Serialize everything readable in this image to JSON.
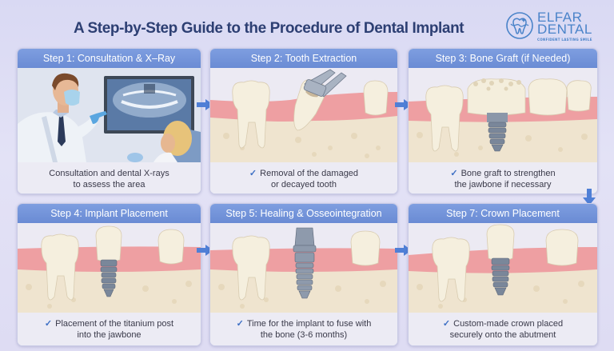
{
  "header": {
    "title": "A Step-by-Step Guide to the Procedure of Dental Implant",
    "logo": {
      "line1": "ELFAR",
      "line2": "DENTAL",
      "tagline": "CONFIDENT LASTING SMILE",
      "icon": "tooth-heart-logo-icon"
    }
  },
  "colors": {
    "header_bar": "#6f90d8",
    "title_text": "#2d3f73",
    "arrow": "#4f7fd6",
    "check": "#3d6fc4",
    "gum": "#e9a3a6",
    "bone": "#efe6d3",
    "tooth": "#f4eedd",
    "implant": "#8a96a8"
  },
  "steps": [
    {
      "label": "Step 1: Consultation & X–Ray",
      "caption_line1": "Consultation and dental X-rays",
      "caption_line2": "to assess the area",
      "has_check": false,
      "illustration": "dentist-xray-consultation"
    },
    {
      "label": "Step 2: Tooth Extraction",
      "caption_line1": "Removal of the damaged",
      "caption_line2": "or decayed tooth",
      "has_check": true,
      "illustration": "tooth-extraction-forceps"
    },
    {
      "label": "Step 3: Bone Graft (if Needed)",
      "caption_line1": "Bone graft to strengthen",
      "caption_line2": "the jawbone if necessary",
      "has_check": true,
      "illustration": "bone-graft-implant"
    },
    {
      "label": "Step 4: Implant Placement",
      "caption_line1": "Placement of the titanium post",
      "caption_line2": "into the jawbone",
      "has_check": true,
      "illustration": "implant-placement"
    },
    {
      "label": "Step 5: Healing & Osseointegration",
      "caption_line1": "Time for the implant to fuse with",
      "caption_line2": "the bone (3-6 months)",
      "has_check": true,
      "illustration": "healing-abutment"
    },
    {
      "label": "Step 7: Crown Placement",
      "caption_line1": "Custom-made crown placed",
      "caption_line2": "securely onto the abutment",
      "has_check": true,
      "illustration": "crown-on-implant"
    }
  ],
  "check_glyph": "✓"
}
